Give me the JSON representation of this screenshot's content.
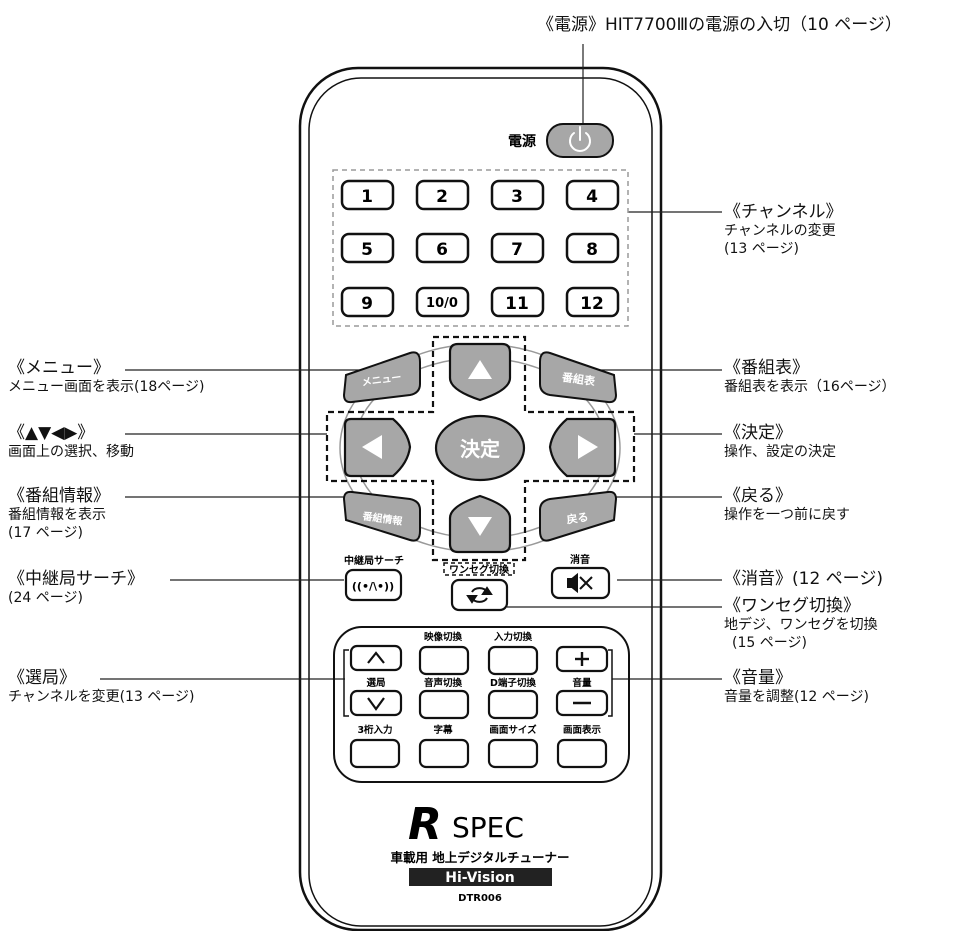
{
  "top": {
    "line1": "《電源》HIT7700Ⅲの電源の入切（10 ページ）"
  },
  "annotations": {
    "channel": {
      "title": "《チャンネル》",
      "desc1": "チャンネルの変更",
      "desc2": "(13 ページ)"
    },
    "menu": {
      "title": "《メニュー》",
      "desc1": "メニュー画面を表示(18ページ)"
    },
    "arrows": {
      "title": "《▲▼◀▶》",
      "desc1": "画面上の選択、移動"
    },
    "guide": {
      "title": "《番組表》",
      "desc1": "番組表を表示（16ページ）"
    },
    "enter": {
      "title": "《決定》",
      "desc1": "操作、設定の決定"
    },
    "info": {
      "title": "《番組情報》",
      "desc1": "番組情報を表示",
      "desc2": "(17 ページ)"
    },
    "back": {
      "title": "《戻る》",
      "desc1": "操作を一つ前に戻す"
    },
    "relay": {
      "title": "《中継局サーチ》",
      "desc1": "(24 ページ)"
    },
    "mute": {
      "title": "《消音》(12 ページ)"
    },
    "oneseg": {
      "title": "《ワンセグ切換》",
      "desc1": "地デジ、ワンセグを切換",
      "desc2": "(15 ページ)"
    },
    "select": {
      "title": "《選局》",
      "desc1": "チャンネルを変更(13 ページ)"
    },
    "volume": {
      "title": "《音量》",
      "desc1": "音量を調整(12 ページ)"
    }
  },
  "remote": {
    "power_label": "電源",
    "power_icon": "power-icon",
    "channel_buttons": [
      "1",
      "2",
      "3",
      "4",
      "5",
      "6",
      "7",
      "8",
      "9",
      "10/0",
      "11",
      "12"
    ],
    "menu_label": "メニュー",
    "guide_label": "番組表",
    "enter_label": "決定",
    "info_label": "番組情報",
    "back_label": "戻る",
    "relay_label": "中継局サーチ",
    "oneseg_label": "ワンセグ切換",
    "mute_label": "消音",
    "video_label": "映像切換",
    "input_label": "入力切換",
    "select_label": "選局",
    "audio_label": "音声切換",
    "dterm_label": "D端子切換",
    "volume_label": "音量",
    "digits3_label": "3桁入力",
    "subtitle_label": "字幕",
    "screensize_label": "画面サイズ",
    "display_label": "画面表示",
    "brand_r": "R",
    "brand_spec": "SPEC",
    "product_line": "車載用 地上デジタルチューナー",
    "hivision": "Hi-Vision",
    "model": "DTR006"
  },
  "colors": {
    "button_gray": "#a7a7a7",
    "body_outline": "#111111",
    "dashed": "#9a9a9a"
  }
}
